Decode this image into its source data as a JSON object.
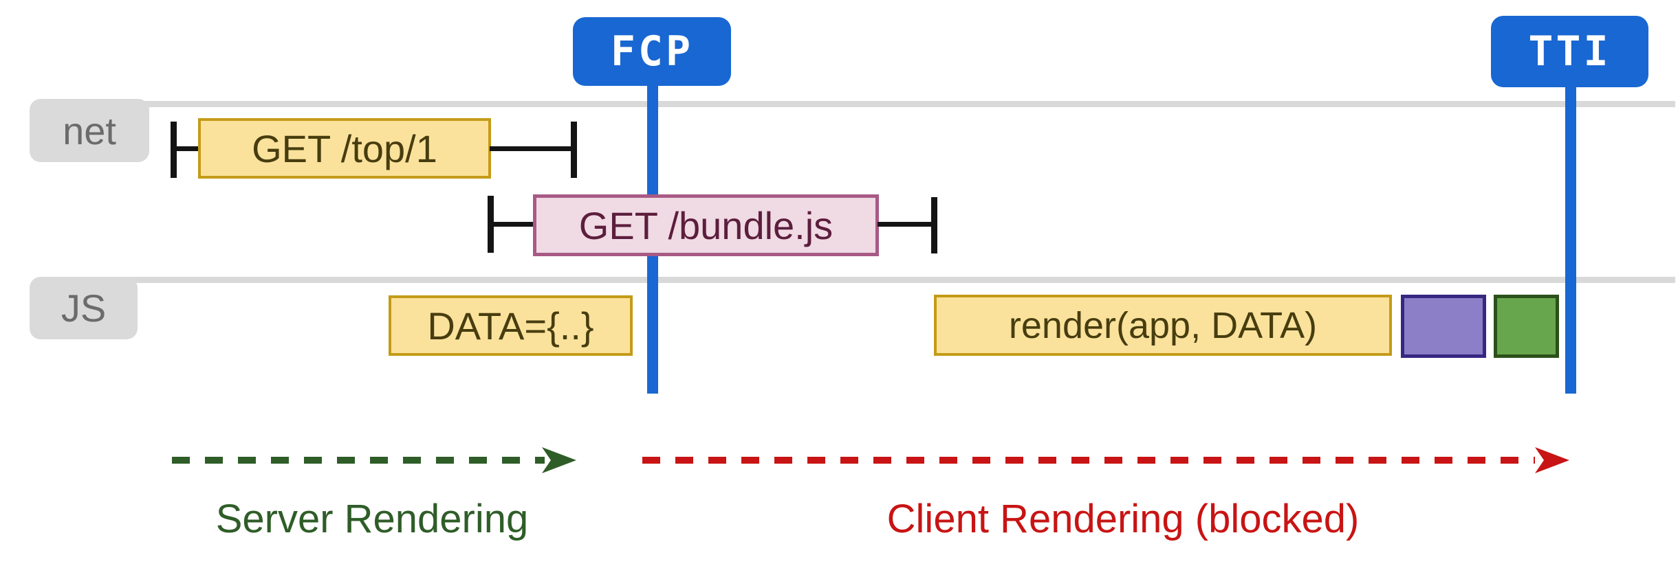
{
  "markers": [
    {
      "id": "fcp",
      "label": "FCP"
    },
    {
      "id": "tti",
      "label": "TTI"
    }
  ],
  "lanes": [
    {
      "id": "net",
      "label": "net"
    },
    {
      "id": "js",
      "label": "JS"
    }
  ],
  "network_requests": [
    {
      "label": "GET /top/1"
    },
    {
      "label": "GET /bundle.js"
    }
  ],
  "js_tasks": [
    {
      "label": "DATA={..}"
    },
    {
      "label": "render(app, DATA)"
    },
    {
      "label": "",
      "kind": "purple-task"
    },
    {
      "label": "",
      "kind": "green-task"
    }
  ],
  "phases": [
    {
      "label": "Server Rendering"
    },
    {
      "label": "Client Rendering (blocked)"
    }
  ],
  "colors": {
    "blue": "#1967D2",
    "laneGray": "#D9D9D9",
    "tabGray": "#DADADA",
    "tabText": "#6B6B6B",
    "yellowFill": "#FBE29C",
    "yellowBorder": "#C49B18",
    "yellowText": "#473D0F",
    "pinkFill": "#F0DAE4",
    "pinkBorder": "#A85A85",
    "pinkText": "#5C1E3D",
    "purpleFill": "#8C7FC8",
    "purpleBorder": "#372781",
    "greenFill": "#68A64E",
    "greenBorder": "#2B511B",
    "whisker": "#141414",
    "arrowGreen": "#2F5D28",
    "arrowRed": "#C81414"
  }
}
